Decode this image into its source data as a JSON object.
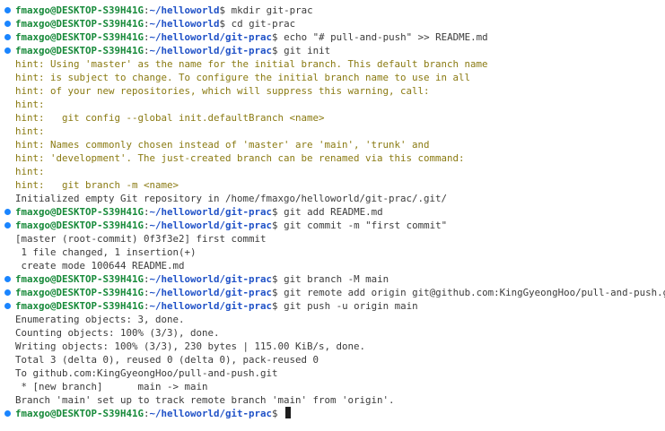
{
  "terminal": {
    "prompt_user": "fmaxgo@DESKTOP-S39H41G",
    "prompt_sep": ":",
    "prompt_dollar": "$",
    "accent_bullet": "#1a85ff",
    "lines": [
      {
        "kind": "prompt",
        "path": "~/helloworld",
        "cmd": " mkdir git-prac"
      },
      {
        "kind": "prompt",
        "path": "~/helloworld",
        "cmd": " cd git-prac"
      },
      {
        "kind": "prompt",
        "path": "~/helloworld/git-prac",
        "cmd": " echo \"# pull-and-push\" >> README.md"
      },
      {
        "kind": "prompt",
        "path": "~/helloworld/git-prac",
        "cmd": " git init"
      },
      {
        "kind": "hint",
        "text": "hint: Using 'master' as the name for the initial branch. This default branch name"
      },
      {
        "kind": "hint",
        "text": "hint: is subject to change. To configure the initial branch name to use in all"
      },
      {
        "kind": "hint",
        "text": "hint: of your new repositories, which will suppress this warning, call:"
      },
      {
        "kind": "hint",
        "text": "hint:"
      },
      {
        "kind": "hint",
        "text": "hint:   git config --global init.defaultBranch <name>"
      },
      {
        "kind": "hint",
        "text": "hint:"
      },
      {
        "kind": "hint",
        "text": "hint: Names commonly chosen instead of 'master' are 'main', 'trunk' and"
      },
      {
        "kind": "hint",
        "text": "hint: 'development'. The just-created branch can be renamed via this command:"
      },
      {
        "kind": "hint",
        "text": "hint:"
      },
      {
        "kind": "hint",
        "text": "hint:   git branch -m <name>"
      },
      {
        "kind": "out",
        "text": "Initialized empty Git repository in /home/fmaxgo/helloworld/git-prac/.git/"
      },
      {
        "kind": "prompt",
        "path": "~/helloworld/git-prac",
        "cmd": " git add README.md"
      },
      {
        "kind": "prompt",
        "path": "~/helloworld/git-prac",
        "cmd": " git commit -m \"first commit\""
      },
      {
        "kind": "out",
        "text": "[master (root-commit) 0f3f3e2] first commit"
      },
      {
        "kind": "out",
        "text": " 1 file changed, 1 insertion(+)"
      },
      {
        "kind": "out",
        "text": " create mode 100644 README.md"
      },
      {
        "kind": "prompt",
        "path": "~/helloworld/git-prac",
        "cmd": " git branch -M main"
      },
      {
        "kind": "prompt",
        "path": "~/helloworld/git-prac",
        "cmd": " git remote add origin git@github.com:KingGyeongHoo/pull-and-push.git"
      },
      {
        "kind": "prompt",
        "path": "~/helloworld/git-prac",
        "cmd": " git push -u origin main"
      },
      {
        "kind": "out",
        "text": "Enumerating objects: 3, done."
      },
      {
        "kind": "out",
        "text": "Counting objects: 100% (3/3), done."
      },
      {
        "kind": "out",
        "text": "Writing objects: 100% (3/3), 230 bytes | 115.00 KiB/s, done."
      },
      {
        "kind": "out",
        "text": "Total 3 (delta 0), reused 0 (delta 0), pack-reused 0"
      },
      {
        "kind": "out",
        "text": "To github.com:KingGyeongHoo/pull-and-push.git"
      },
      {
        "kind": "out",
        "text": " * [new branch]      main -> main"
      },
      {
        "kind": "out",
        "text": "Branch 'main' set up to track remote branch 'main' from 'origin'."
      },
      {
        "kind": "prompt-active",
        "path": "~/helloworld/git-prac",
        "cmd": " "
      }
    ]
  }
}
